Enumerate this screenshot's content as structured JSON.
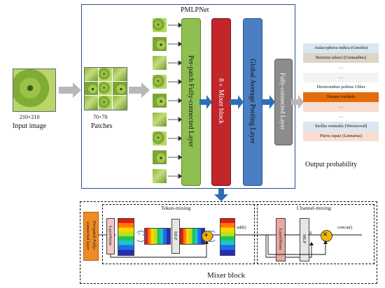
{
  "title": "PMLPNet",
  "input": {
    "size_label": "210×210",
    "caption": "Input image"
  },
  "patches": {
    "size_label": "70×70",
    "caption": "Patches"
  },
  "blocks": {
    "per_patch": "Per-patch Fully-connected Layer",
    "mixer": "8×Mixer block",
    "gap": "Global Average Pooling Layer",
    "fc": "Fully-connected Layer"
  },
  "output": {
    "caption": "Output probability",
    "rows": [
      "Aulacophora indica (Gmelin)",
      "Bemisia tabaci (Gennadius)",
      "…",
      "…",
      "Diostrombus politus Uhler",
      "Nezara viridula",
      "…",
      "…",
      "Stollia ventralis (Westwood)",
      "Pieris rapae (Linnaeus)"
    ],
    "row_colors": [
      "#dbe6f3",
      "#ddd6c6",
      "#ffffff",
      "#f3f3f3",
      "#ffffff",
      "#e36c0a",
      "#f8ddd0",
      "#ffffff",
      "#dbe6f3",
      "#f8ddd0"
    ]
  },
  "mixer": {
    "caption": "Mixer block",
    "token_mixing": "Token-mixing",
    "channel_mixing": "Channel-mixing",
    "per_patch": "Per-patch Fully-connected layer",
    "layernorm": "LayerNorm",
    "mlp": "MLP",
    "transpose": "T",
    "add": "add()",
    "concat": "concat()",
    "s_label": "S",
    "plus": "+",
    "times": "×"
  }
}
